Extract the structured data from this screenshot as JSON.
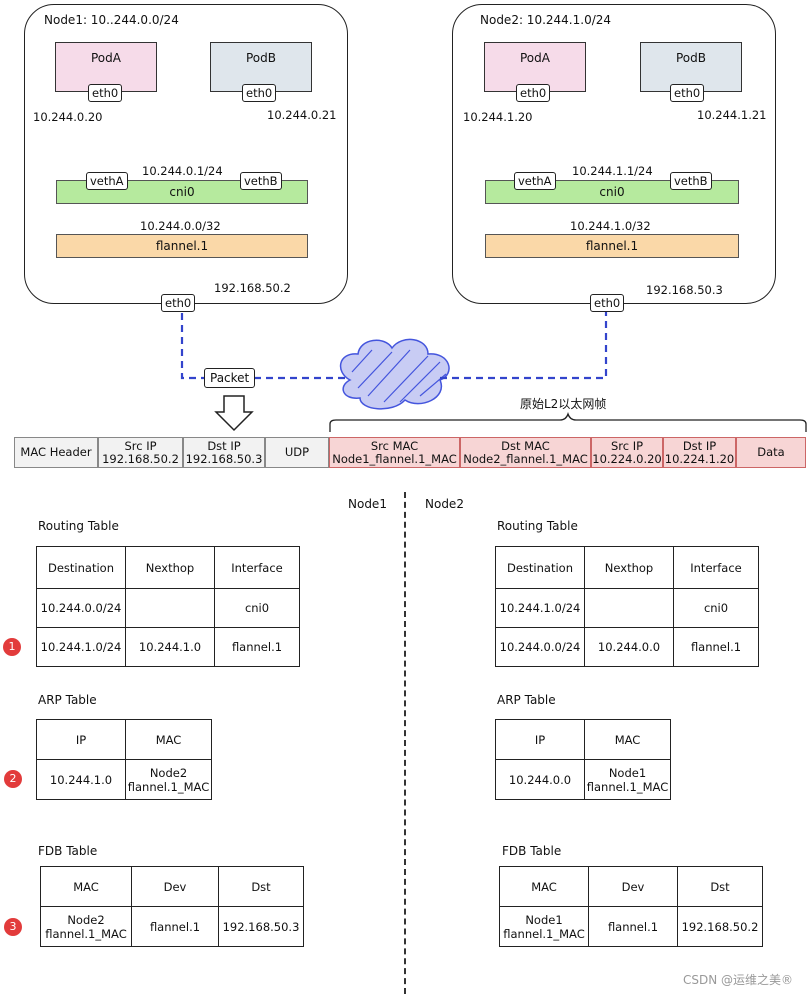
{
  "node1": {
    "title": "Node1: 10..244.0.0/24",
    "pod_a": "PodA",
    "pod_b": "PodB",
    "eth0_a": "eth0",
    "eth0_b": "eth0",
    "ip_a": "10.244.0.20",
    "ip_b": "10.244.0.21",
    "veth_a": "vethA",
    "veth_b": "vethB",
    "cni_ip": "10.244.0.1/24",
    "cni": "cni0",
    "flannel_ip": "10.244.0.0/32",
    "flannel": "flannel.1",
    "host_ip": "192.168.50.2",
    "host_eth": "eth0"
  },
  "node2": {
    "title": "Node2: 10.244.1.0/24",
    "pod_a": "PodA",
    "pod_b": "PodB",
    "eth0_a": "eth0",
    "eth0_b": "eth0",
    "ip_a": "10.244.1.20",
    "ip_b": "10.244.1.21",
    "veth_a": "vethA",
    "veth_b": "vethB",
    "cni_ip": "10.244.1.1/24",
    "cni": "cni0",
    "flannel_ip": "10.244.1.0/32",
    "flannel": "flannel.1",
    "host_ip": "192.168.50.3",
    "host_eth": "eth0"
  },
  "packet_label": "Packet",
  "brace_label": "原始L2以太网帧",
  "packet_segments": [
    {
      "line1": "MAC Header",
      "line2": ""
    },
    {
      "line1": "Src IP",
      "line2": "192.168.50.2"
    },
    {
      "line1": "Dst IP",
      "line2": "192.168.50.3"
    },
    {
      "line1": "UDP",
      "line2": ""
    },
    {
      "line1": "Src MAC",
      "line2": "Node1_flannel.1_MAC"
    },
    {
      "line1": "Dst MAC",
      "line2": "Node2_flannel.1_MAC"
    },
    {
      "line1": "Src IP",
      "line2": "10.224.0.20"
    },
    {
      "line1": "Dst IP",
      "line2": "10.224.1.20"
    },
    {
      "line1": "Data",
      "line2": ""
    }
  ],
  "side_labels": {
    "node1": "Node1",
    "node2": "Node2"
  },
  "left": {
    "routing_title": "Routing Table",
    "routing": [
      [
        "Destination",
        "Nexthop",
        "Interface"
      ],
      [
        "10.244.0.0/24",
        "",
        "cni0"
      ],
      [
        "10.244.1.0/24",
        "10.244.1.0",
        "flannel.1"
      ]
    ],
    "arp_title": "ARP Table",
    "arp": [
      [
        "IP",
        "MAC"
      ],
      [
        "10.244.1.0",
        "Node2\nflannel.1_MAC"
      ]
    ],
    "fdb_title": "FDB Table",
    "fdb": [
      [
        "MAC",
        "Dev",
        "Dst"
      ],
      [
        "Node2\nflannel.1_MAC",
        "flannel.1",
        "192.168.50.3"
      ]
    ]
  },
  "right": {
    "routing_title": "Routing Table",
    "routing": [
      [
        "Destination",
        "Nexthop",
        "Interface"
      ],
      [
        "10.244.1.0/24",
        "",
        "cni0"
      ],
      [
        "10.244.0.0/24",
        "10.244.0.0",
        "flannel.1"
      ]
    ],
    "arp_title": "ARP Table",
    "arp": [
      [
        "IP",
        "MAC"
      ],
      [
        "10.244.0.0",
        "Node1\nflannel.1_MAC"
      ]
    ],
    "fdb_title": "FDB Table",
    "fdb": [
      [
        "MAC",
        "Dev",
        "Dst"
      ],
      [
        "Node1\nflannel.1_MAC",
        "flannel.1",
        "192.168.50.2"
      ]
    ]
  },
  "step_numbers": [
    "1",
    "2",
    "3"
  ],
  "watermark": "CSDN @运维之美®",
  "colors": {
    "flow_dashed": "#3344cc",
    "step_badge": "#e23b3b",
    "cni_fill": "#b6ea9e",
    "flannel_fill": "#fad8a8",
    "cloud": "#4455dd"
  }
}
